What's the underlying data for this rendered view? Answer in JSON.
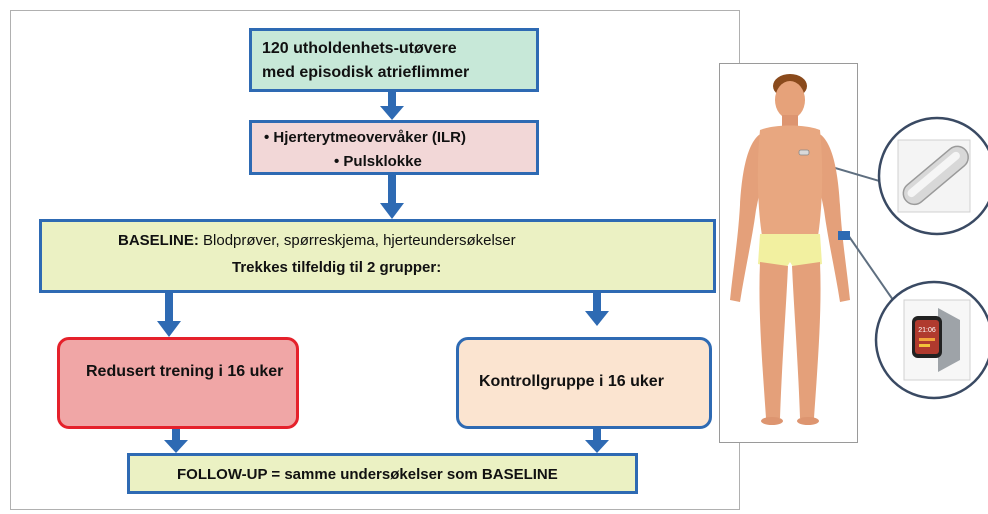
{
  "flowchart": {
    "box_start": {
      "line1": "120 utholdenhets-utøvere",
      "line2": "med episodisk atrieflimmer"
    },
    "box_devices": {
      "item1": "•  Hjerterytmeovervåker (ILR)",
      "item2": "•  Pulsklokke"
    },
    "box_baseline": {
      "label": "BASELINE:",
      "text": " Blodprøver, spørreskjema, hjerteundersøkelser",
      "randomize": "Trekkes tilfeldig til 2 grupper:"
    },
    "box_reduced": "Redusert trening i 16 uker",
    "box_control": "Kontrollgruppe i 16 uker",
    "box_followup": "FOLLOW-UP = samme undersøkelser som BASELINE"
  },
  "colors": {
    "arrow": "#2e6ab3",
    "border_blue": "#2e6ab3",
    "border_red": "#e5212b",
    "start_fill": "#c7e8d8",
    "devices_fill": "#f2d7d7",
    "baseline_fill": "#ebf1c3",
    "reduced_fill": "#f0a6a6",
    "control_fill": "#fbe4d0"
  },
  "illustration": {
    "figure": "human-body-figure",
    "device1": "implantable-loop-recorder-icon",
    "device2": "smartwatch-icon",
    "watch_time": "21:06"
  }
}
